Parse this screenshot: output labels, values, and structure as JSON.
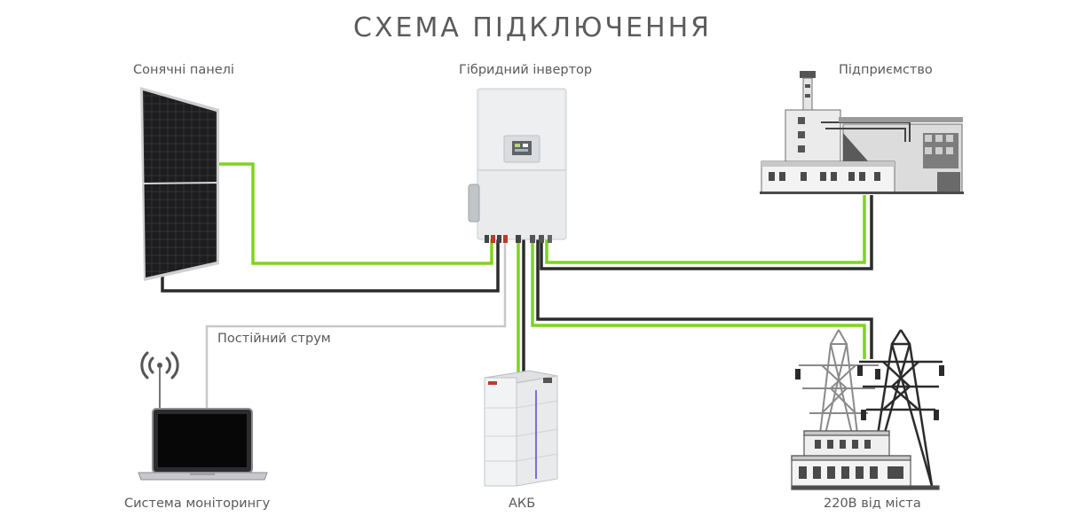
{
  "diagram": {
    "title": "СХЕМА ПІДКЛЮЧЕННЯ",
    "nodes": {
      "solar": {
        "label": "Сонячні панелі"
      },
      "inverter": {
        "label": "Гібридний інвертор"
      },
      "enterprise": {
        "label": "Підприємство"
      },
      "monitoring": {
        "label": "Система моніторингу"
      },
      "battery": {
        "label": "АКБ"
      },
      "grid": {
        "label": "220В від міста"
      }
    },
    "edges": {
      "dc_label": "Постійний струм"
    },
    "colors": {
      "green_wire": "#7ed321",
      "dark_wire": "#2b2b2b",
      "gray_wire": "#c8c8c8",
      "text": "#5a5a5a"
    }
  }
}
